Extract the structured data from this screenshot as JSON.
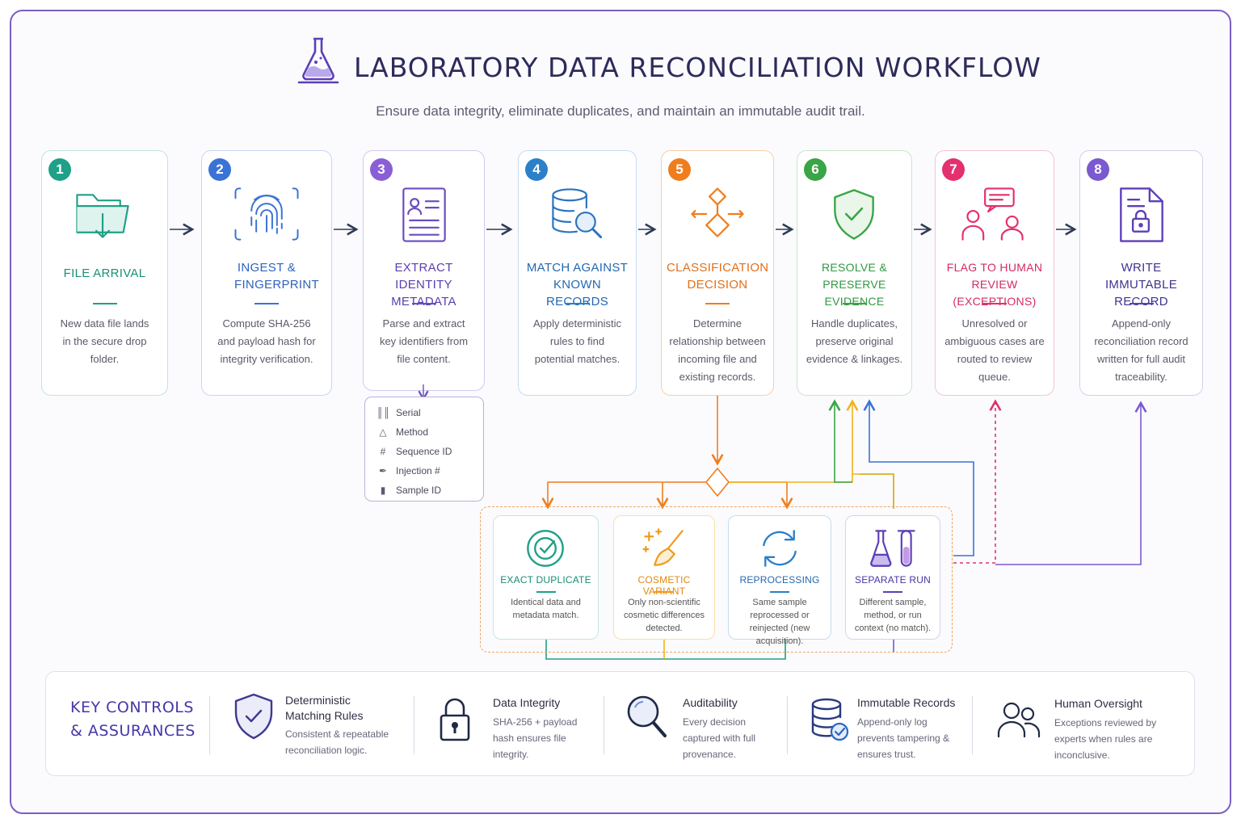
{
  "title": "LABORATORY DATA RECONCILIATION WORKFLOW",
  "subtitle": "Ensure data integrity, eliminate duplicates, and maintain an immutable audit trail.",
  "colors": {
    "teal": "#1fa088",
    "blue": "#3a73d6",
    "purple": "#6a4cc0",
    "sky": "#2b80c9",
    "orange": "#ef7d1d",
    "green": "#39a546",
    "pink": "#e4306e",
    "violet": "#5d3fb7"
  },
  "steps": [
    {
      "number": "1",
      "title": "FILE ARRIVAL",
      "desc": "New data file lands in the secure drop folder.",
      "icon": "folder-download-icon"
    },
    {
      "number": "2",
      "title": "INGEST & FINGERPRINT",
      "desc": "Compute SHA-256 and payload hash for integrity verification.",
      "icon": "fingerprint-icon"
    },
    {
      "number": "3",
      "title": "EXTRACT IDENTITY METADATA",
      "desc": "Parse and extract key identifiers from file content.",
      "icon": "id-card-icon"
    },
    {
      "number": "4",
      "title": "MATCH AGAINST KNOWN RECORDS",
      "desc": "Apply deterministic rules to find potential matches.",
      "icon": "database-search-icon"
    },
    {
      "number": "5",
      "title": "CLASSIFICATION DECISION",
      "desc": "Determine relationship between incoming file and existing records.",
      "icon": "decision-diamond-icon"
    },
    {
      "number": "6",
      "title": "RESOLVE & PRESERVE EVIDENCE",
      "desc": "Handle duplicates, preserve original evidence & linkages.",
      "icon": "shield-check-icon"
    },
    {
      "number": "7",
      "title": "FLAG TO HUMAN REVIEW (EXCEPTIONS)",
      "desc": "Unresolved or ambiguous cases are routed to review queue.",
      "icon": "people-chat-icon"
    },
    {
      "number": "8",
      "title": "WRITE IMMUTABLE RECORD",
      "desc": "Append-only reconciliation record written for full audit traceability.",
      "icon": "locked-document-icon"
    }
  ],
  "identity_fields": [
    {
      "label": "Serial",
      "icon": "barcode-icon"
    },
    {
      "label": "Method",
      "icon": "flask-icon"
    },
    {
      "label": "Sequence ID",
      "icon": "hash-icon"
    },
    {
      "label": "Injection #",
      "icon": "syringe-icon"
    },
    {
      "label": "Sample ID",
      "icon": "test-tube-icon"
    }
  ],
  "classifications": [
    {
      "title": "EXACT DUPLICATE",
      "desc": "Identical data and metadata match.",
      "icon": "target-check-icon"
    },
    {
      "title": "COSMETIC VARIANT",
      "desc": "Only non-scientific cosmetic differences detected.",
      "icon": "brush-sparkle-icon"
    },
    {
      "title": "REPROCESSING",
      "desc": "Same sample reprocessed or reinjected (new acquisition).",
      "icon": "refresh-icon"
    },
    {
      "title": "SEPARATE RUN",
      "desc": "Different sample, method, or run context (no match).",
      "icon": "flask-tube-icon"
    }
  ],
  "controls": {
    "heading": "KEY CONTROLS & ASSURANCES",
    "items": [
      {
        "title": "Deterministic Matching Rules",
        "desc": "Consistent & repeatable reconciliation logic.",
        "icon": "shield-check-icon"
      },
      {
        "title": "Data Integrity",
        "desc": "SHA-256 + payload hash ensures file integrity.",
        "icon": "padlock-icon"
      },
      {
        "title": "Auditability",
        "desc": "Every decision captured with full provenance.",
        "icon": "magnifier-icon"
      },
      {
        "title": "Immutable Records",
        "desc": "Append-only log prevents tampering & ensures trust.",
        "icon": "database-check-icon"
      },
      {
        "title": "Human Oversight",
        "desc": "Exceptions reviewed by experts when rules are inconclusive.",
        "icon": "people-icon"
      }
    ]
  }
}
